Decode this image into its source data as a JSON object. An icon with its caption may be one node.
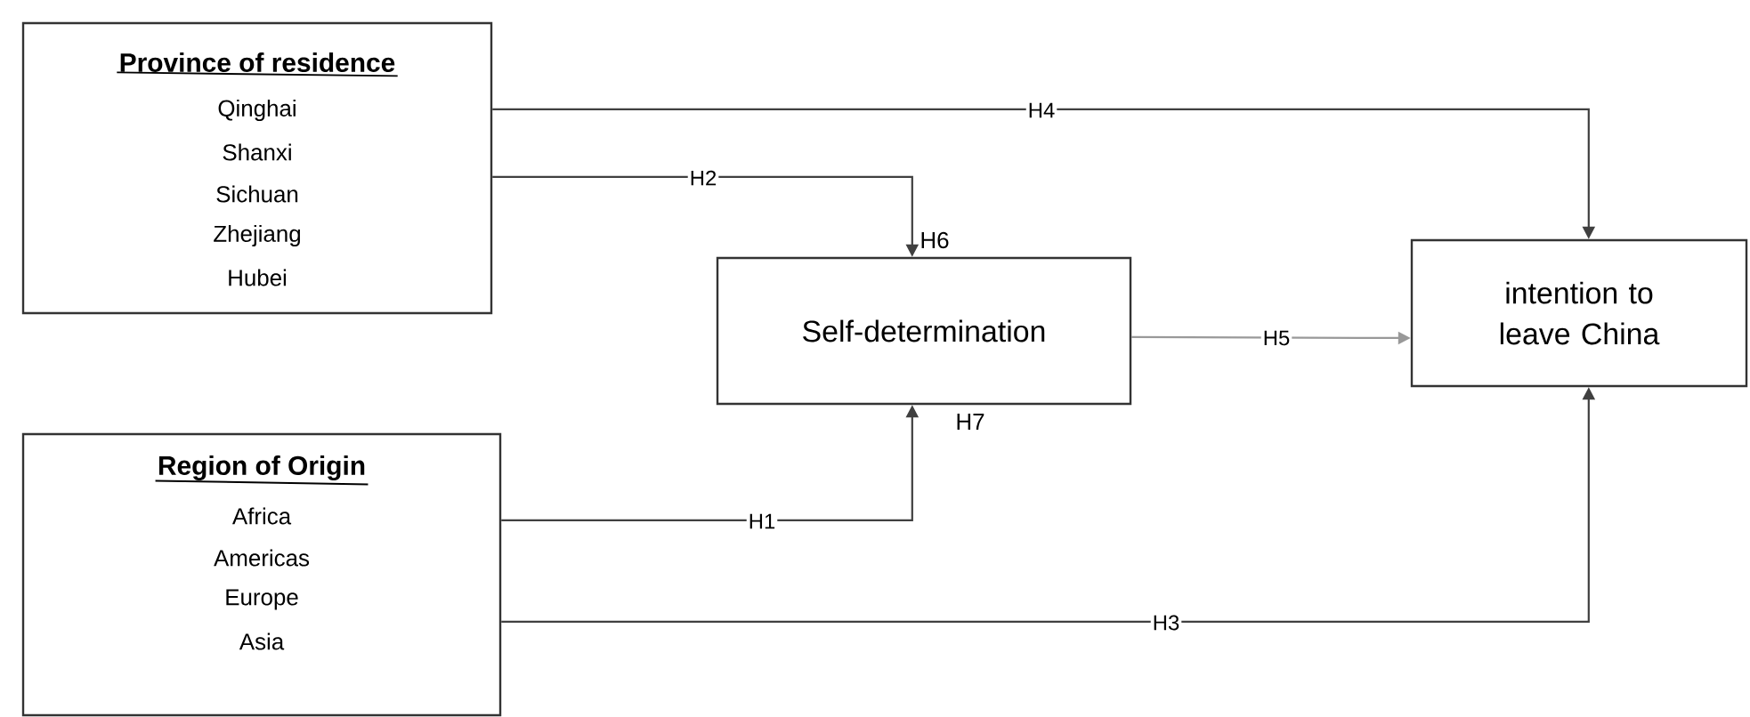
{
  "diagram": {
    "nodes": [
      {
        "text": [
          "Province of residence",
          "Qinghai",
          "Shanxi",
          "Sichuan",
          "Zhejiang",
          "Hubei"
        ]
      },
      {
        "text": [
          "Self-determination"
        ],
        "beside": [
          "H6",
          "H7"
        ]
      },
      {
        "text": [
          "intention to leave China"
        ]
      },
      {
        "text": [
          "Region of Origin",
          "Africa",
          "Americas",
          "Europe",
          "Asia"
        ]
      }
    ],
    "edges": [
      {
        "from": 0,
        "to": 1,
        "arrow": "to",
        "label": "H2"
      },
      {
        "from": 0,
        "to": 2,
        "arrow": "to",
        "label": "H4"
      },
      {
        "from": 3,
        "to": 1,
        "arrow": "to",
        "label": "H1"
      },
      {
        "from": 3,
        "to": 2,
        "arrow": "to",
        "label": "H3"
      },
      {
        "from": 1,
        "to": 2,
        "arrow": "to",
        "label": "H5",
        "color": "#999999"
      }
    ]
  }
}
